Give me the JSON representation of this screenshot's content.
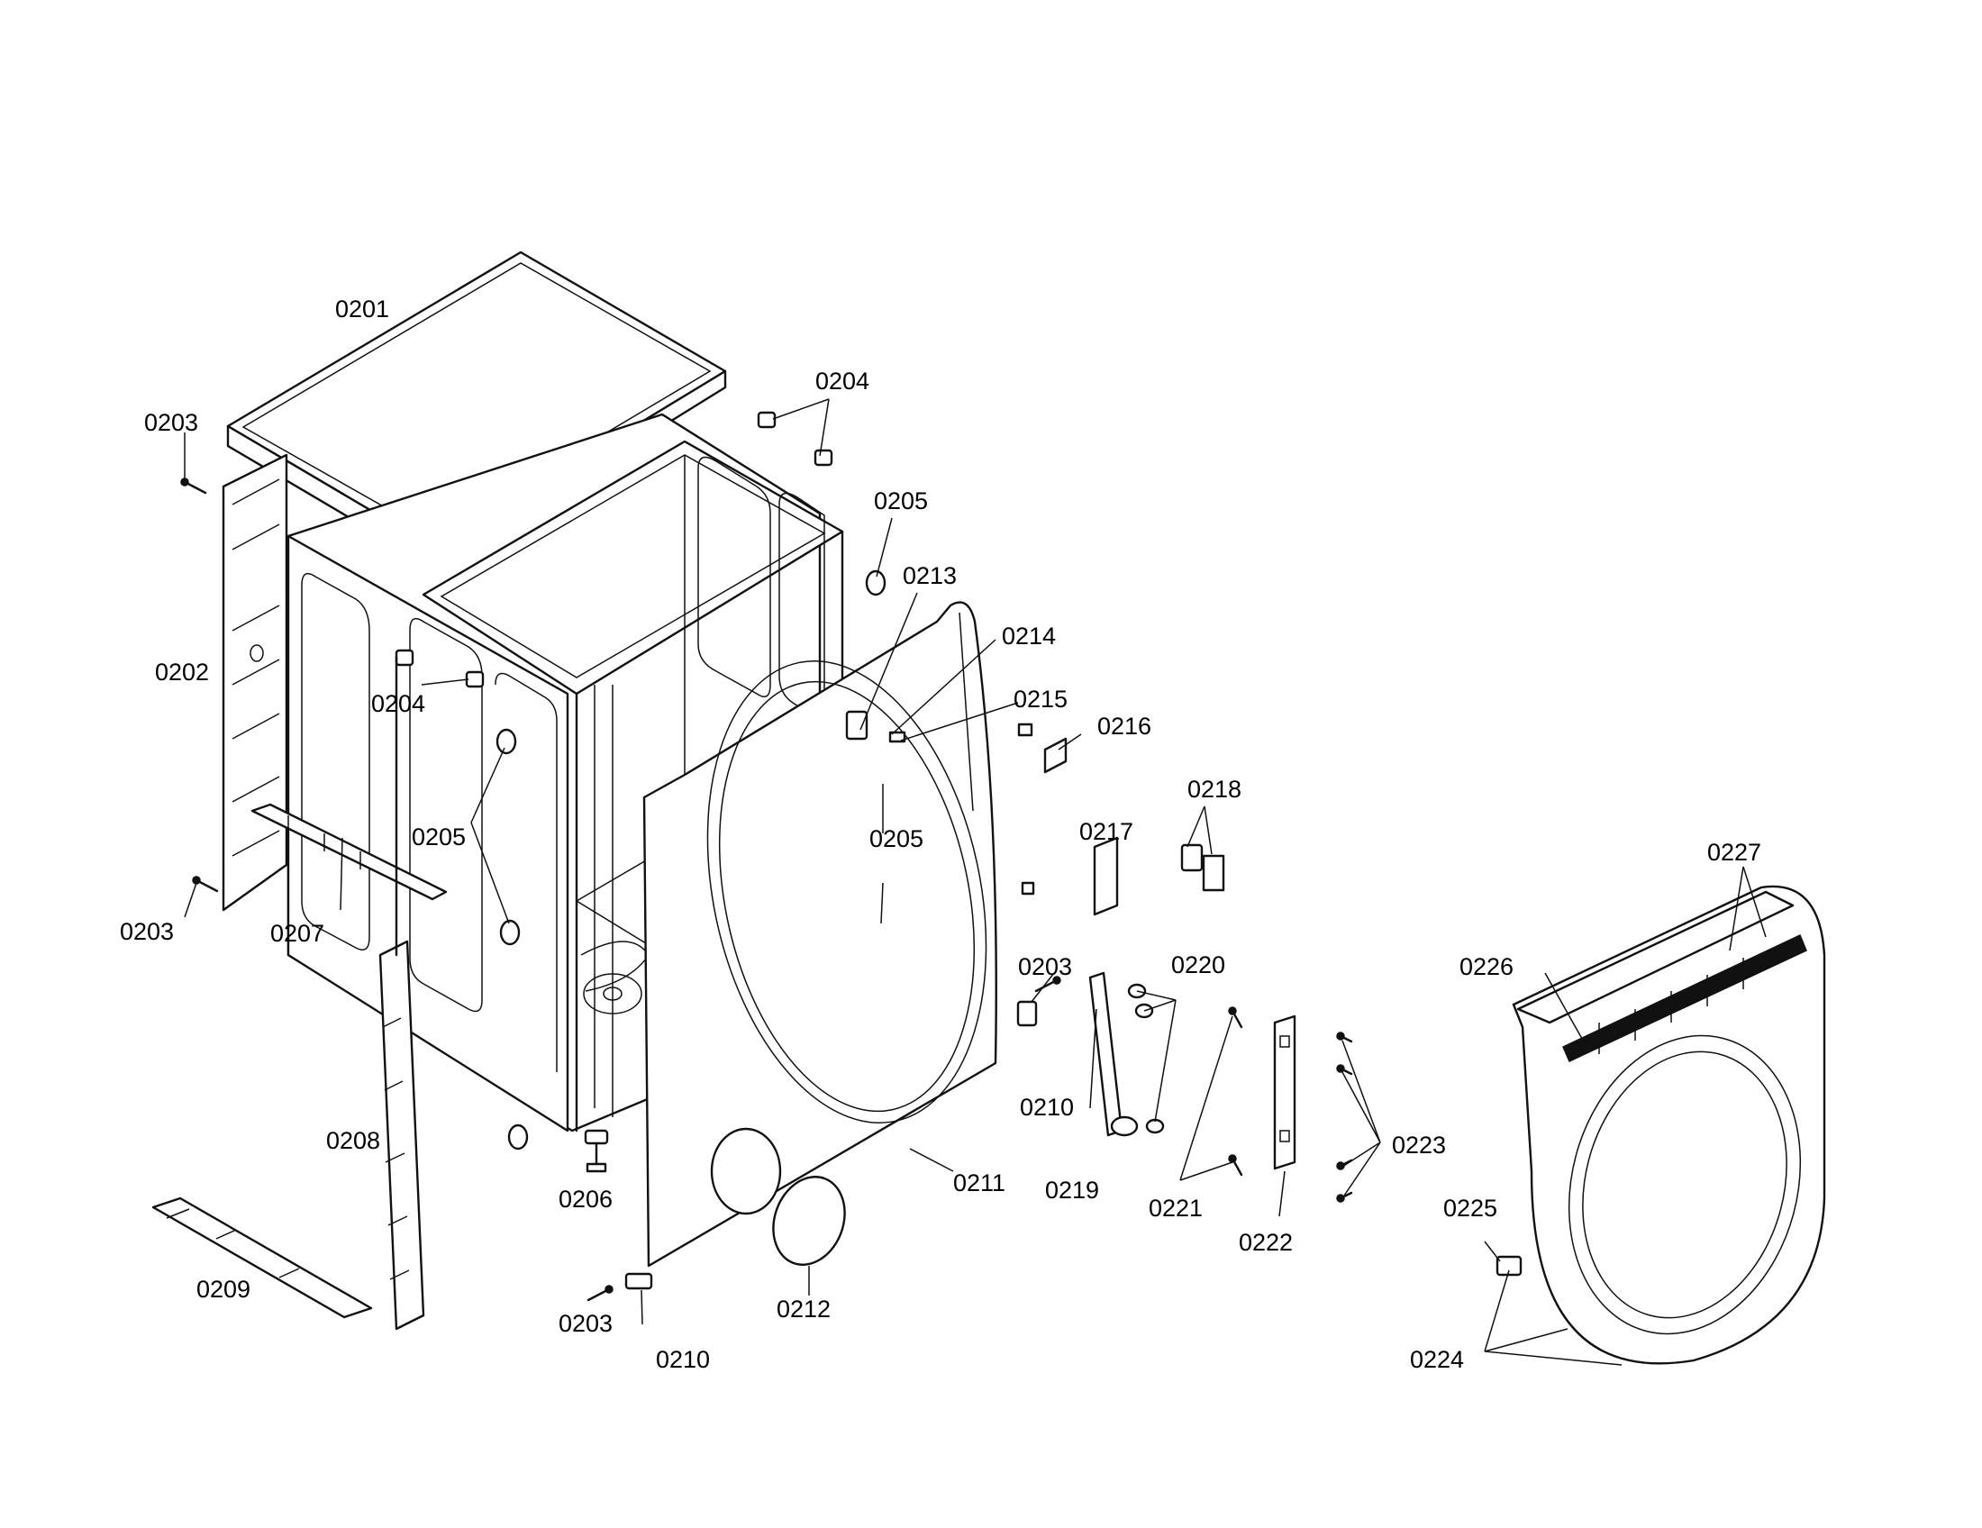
{
  "labels": {
    "l0201": "0201",
    "l0202": "0202",
    "l0203a": "0203",
    "l0203b": "0203",
    "l0203c": "0203",
    "l0203d": "0203",
    "l0204a": "0204",
    "l0204b": "0204",
    "l0205a": "0205",
    "l0205b": "0205",
    "l0205c": "0205",
    "l0206": "0206",
    "l0207": "0207",
    "l0208": "0208",
    "l0209": "0209",
    "l0210a": "0210",
    "l0210b": "0210",
    "l0211": "0211",
    "l0212": "0212",
    "l0213": "0213",
    "l0214": "0214",
    "l0215": "0215",
    "l0216": "0216",
    "l0217": "0217",
    "l0218": "0218",
    "l0219": "0219",
    "l0220": "0220",
    "l0221": "0221",
    "l0222": "0222",
    "l0223": "0223",
    "l0224": "0224",
    "l0225": "0225",
    "l0226": "0226",
    "l0227": "0227"
  }
}
